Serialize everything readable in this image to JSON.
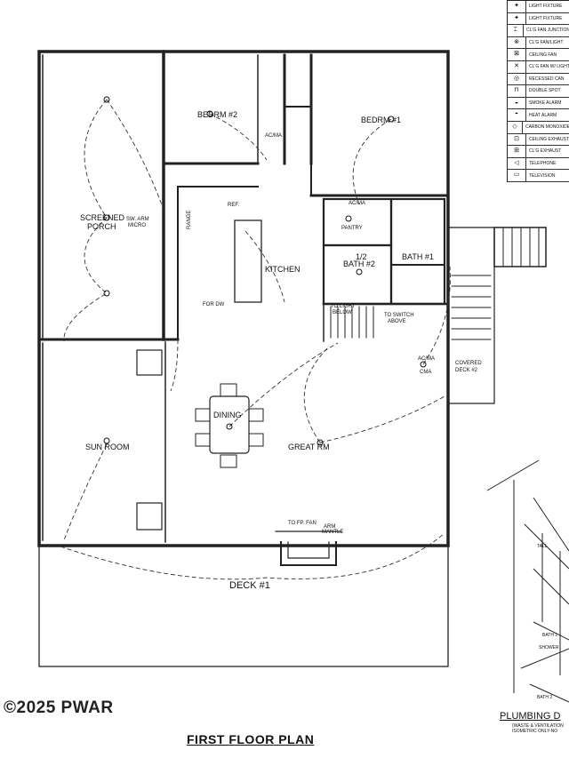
{
  "drawing": {
    "title": "FIRST FLOOR PLAN",
    "watermark": "©2025 PWAR",
    "plumbing_title": "PLUMBING D",
    "plumbing_sub_1": "(WASTE & VENTILATION",
    "plumbing_sub_2": "ISOMETRIC ONLY-NO"
  },
  "rooms": {
    "bedrm_2": "BEDRM #2",
    "bedrm_1": "BEDRM #1",
    "screened_porch_1": "SCREENED",
    "screened_porch_2": "PORCH",
    "kitchen": "KITCHEN",
    "pantry": "PANTRY",
    "bath_2_a": "1/2",
    "bath_2_b": "BATH #2",
    "bath_1": "BATH #1",
    "dining": "DINING",
    "sun_room": "SUN ROOM",
    "great_rm": "GREAT RM",
    "covered_deck_1": "COVERED",
    "covered_deck_2": "DECK #2",
    "deck_1": "DECK #1"
  },
  "notes": {
    "ref": "REF.",
    "range": "RANGE",
    "for_dw": "FOR DW",
    "sw_micro_1": "SW. ARM",
    "sw_micro_2": "MICRO",
    "to_light_below_1": "TO LIGHT",
    "to_light_below_2": "BELOW",
    "switch_above_1": "TO SWITCH",
    "switch_above_2": "ABOVE",
    "to_fp_fan": "TO FP. FAN",
    "arm_mantle_1": "ARM",
    "arm_mantle_2": "MANTLE",
    "acma_1": "AC/MA",
    "acma_2": "AC/MA",
    "acma_3": "AC/MA",
    "cma": "CMA",
    "tall": "TALL"
  },
  "legend": {
    "rows": [
      {
        "icon": "light-fixture-icon",
        "sym": "✦",
        "label": "LIGHT FIXTURE"
      },
      {
        "icon": "light-fixture-icon",
        "sym": "✦",
        "label": "LIGHT FIXTURE"
      },
      {
        "icon": "fan-junction-icon",
        "sym": "⌶",
        "label": "CL'G FAN JUNCTION"
      },
      {
        "icon": "fan-light-icon",
        "sym": "⊗",
        "label": "CL'G FAN/LIGHT"
      },
      {
        "icon": "ceiling-fan-icon",
        "sym": "⊠",
        "label": "CEILING FAN"
      },
      {
        "icon": "fan-with-light-icon",
        "sym": "✕",
        "label": "CL'G FAN W/ LIGHT"
      },
      {
        "icon": "recessed-light-icon",
        "sym": "◎",
        "label": "RECESSED CAN"
      },
      {
        "icon": "double-spot-icon",
        "sym": "⊓",
        "label": "DOUBLE SPOT"
      },
      {
        "icon": "smoke-alarm-icon",
        "sym": "◒",
        "label": "SMOKE ALARM"
      },
      {
        "icon": "heat-alarm-icon",
        "sym": "◓",
        "label": "HEAT ALARM"
      },
      {
        "icon": "carbon-monoxide-icon",
        "sym": "◇",
        "label": "CARBON MONOXIDE"
      },
      {
        "icon": "ceiling-exhaust-icon",
        "sym": "⊡",
        "label": "CEILING EXHAUST"
      },
      {
        "icon": "clg-exhaust-icon",
        "sym": "⊞",
        "label": "CL'G EXHAUST"
      },
      {
        "icon": "telephone-icon",
        "sym": "◁",
        "label": "TELEPHONE"
      },
      {
        "icon": "television-icon",
        "sym": "▭",
        "label": "TELEVISION"
      }
    ]
  },
  "plumbing": {
    "labels": [
      "BATH 1",
      "BATH 2",
      "SHOWER",
      "TALL"
    ]
  }
}
